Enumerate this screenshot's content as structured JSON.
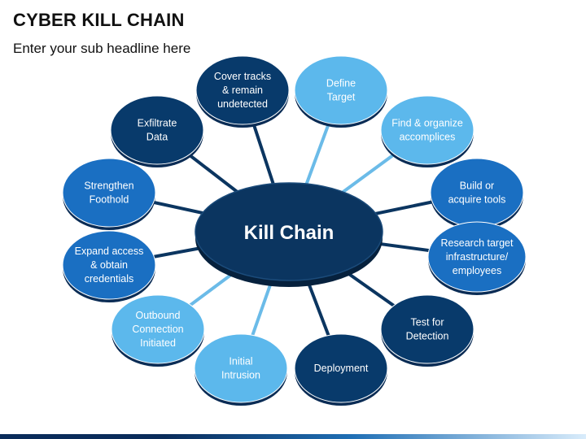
{
  "header": {
    "title": "CYBER KILL CHAIN",
    "subtitle": "Enter your sub headline here"
  },
  "hub": {
    "label": "Kill Chain",
    "color": "#0b3560"
  },
  "palette": {
    "navy": "#083a6b",
    "mid": "#1a6fc2",
    "light": "#5cb8ec",
    "connector_dark": "#0b3560",
    "connector_light": "#6bbbe8"
  },
  "nodes": [
    {
      "id": "cover-tracks",
      "lines": [
        "Cover tracks",
        "& remain",
        "undetected"
      ],
      "tone": "navy"
    },
    {
      "id": "define-target",
      "lines": [
        "Define",
        "Target"
      ],
      "tone": "light"
    },
    {
      "id": "find-organize",
      "lines": [
        "Find & organize",
        "accomplices"
      ],
      "tone": "light"
    },
    {
      "id": "build-tools",
      "lines": [
        "Build or",
        "acquire tools"
      ],
      "tone": "mid"
    },
    {
      "id": "research-target",
      "lines": [
        "Research target",
        "infrastructure/",
        "employees"
      ],
      "tone": "mid"
    },
    {
      "id": "test-detection",
      "lines": [
        "Test for",
        "Detection"
      ],
      "tone": "navy"
    },
    {
      "id": "deployment",
      "lines": [
        "Deployment"
      ],
      "tone": "navy"
    },
    {
      "id": "initial-intrusion",
      "lines": [
        "Initial",
        "Intrusion"
      ],
      "tone": "light"
    },
    {
      "id": "outbound-connection",
      "lines": [
        "Outbound",
        "Connection",
        "Initiated"
      ],
      "tone": "light"
    },
    {
      "id": "expand-access",
      "lines": [
        "Expand access",
        "& obtain",
        "credentials"
      ],
      "tone": "mid"
    },
    {
      "id": "strengthen-foothold",
      "lines": [
        "Strengthen",
        "Foothold"
      ],
      "tone": "mid"
    },
    {
      "id": "exfiltrate-data",
      "lines": [
        "Exfiltrate",
        "Data"
      ],
      "tone": "navy"
    }
  ]
}
